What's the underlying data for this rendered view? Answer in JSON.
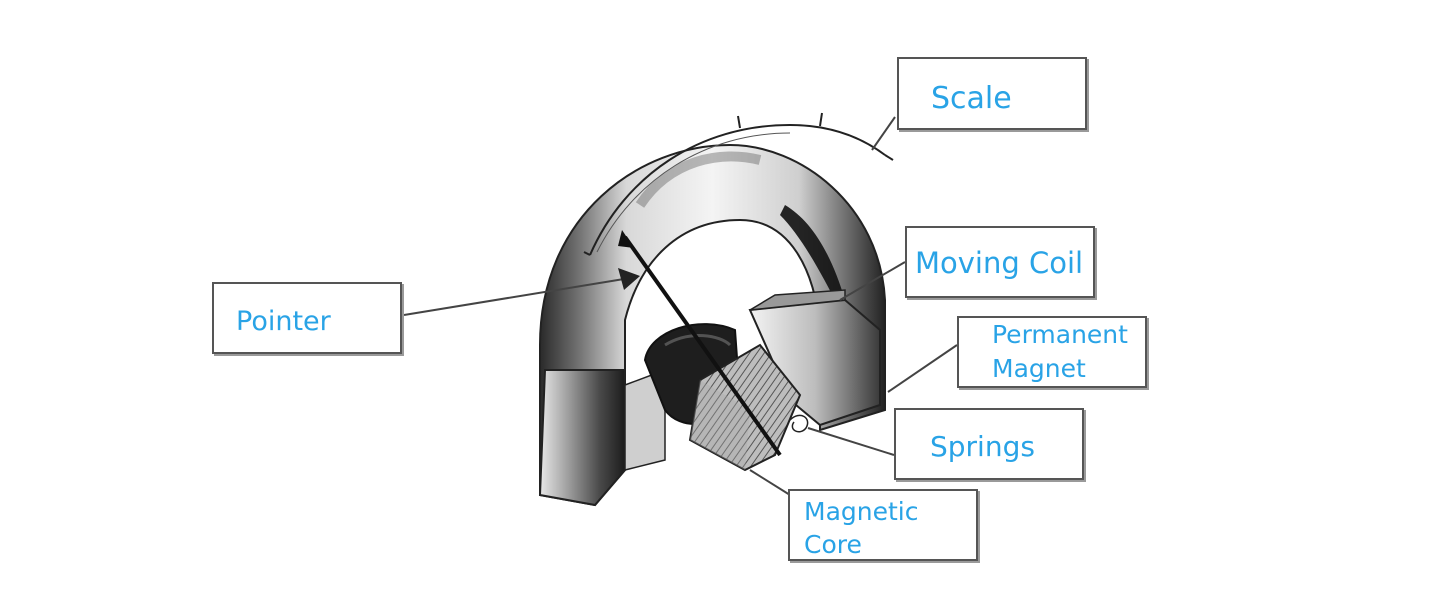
{
  "labels": {
    "scale": "Scale",
    "pointer": "Pointer",
    "moving_coil": "Moving Coil",
    "permanent_magnet": "Permanent Magnet",
    "springs": "Springs",
    "magnetic_core": "Magnetic Core"
  },
  "colors": {
    "label_text": "#29a3e6",
    "box_border": "#555555",
    "box_shadow": "#9a9a9a",
    "drawing": "#222222"
  }
}
